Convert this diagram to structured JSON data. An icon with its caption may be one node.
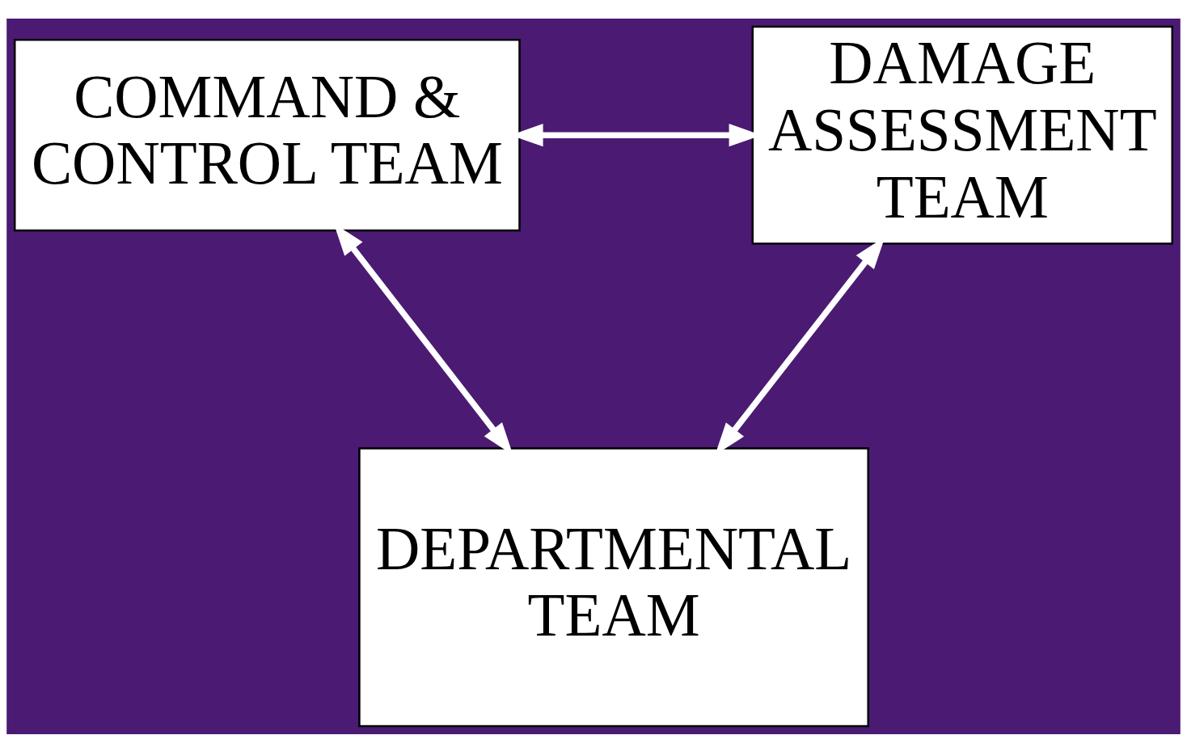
{
  "diagram": {
    "nodes": [
      {
        "text": [
          "COMMAND & CONTROL TEAM"
        ]
      },
      {
        "text": [
          "DAMAGE ASSESSMENT TEAM"
        ]
      },
      {
        "text": [
          "DEPARTMENTAL TEAM"
        ]
      }
    ],
    "edges": [
      {
        "from": 0,
        "to": 1,
        "arrow": "both"
      },
      {
        "from": 0,
        "to": 2,
        "arrow": "both"
      },
      {
        "from": 1,
        "to": 2,
        "arrow": "both"
      }
    ]
  }
}
